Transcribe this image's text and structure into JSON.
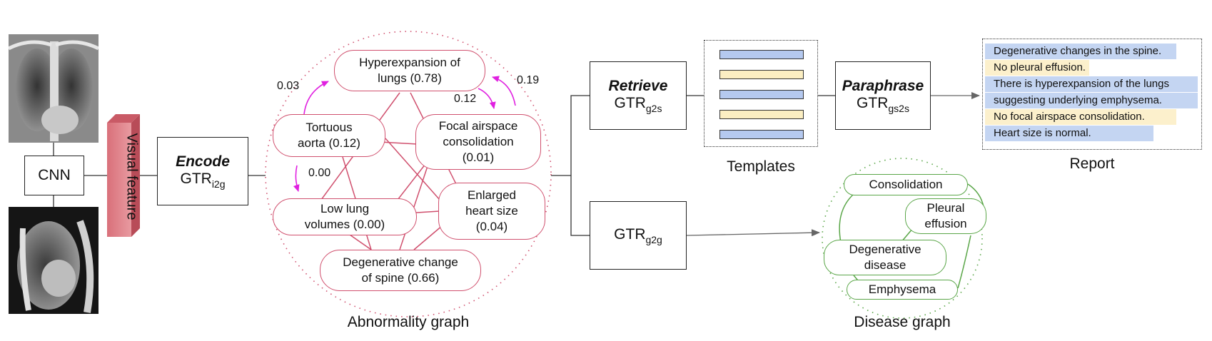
{
  "cnn_label": "CNN",
  "visual_feature_label": "Visual feature",
  "encode": {
    "title": "Encode",
    "gtr": "GTR",
    "sub": "i2g"
  },
  "retrieve": {
    "title": "Retrieve",
    "gtr": "GTR",
    "sub": "g2s"
  },
  "paraphrase": {
    "title": "Paraphrase",
    "gtr": "GTR",
    "sub": "gs2s"
  },
  "g2g": {
    "gtr": "GTR",
    "sub": "g2g"
  },
  "abnormality_graph": {
    "caption": "Abnormality graph",
    "nodes": {
      "hyperexpansion": "Hyperexpansion of\nlungs (0.78)",
      "tortuous": "Tortuous\naorta (0.12)",
      "focal": "Focal airspace\nconsolidation\n(0.01)",
      "low_lung": "Low lung\nvolumes (0.00)",
      "enlarged": "Enlarged\nheart size\n(0.04)",
      "degenerative": "Degenerative change\nof spine (0.66)"
    },
    "edge_weights": {
      "w1": "0.03",
      "w2": "0.19",
      "w3": "0.12",
      "w4": "0.00"
    },
    "colors": {
      "node_border": "#d0506e",
      "arrow": "#e020e0"
    }
  },
  "templates_caption": "Templates",
  "template_colors": [
    "#b5c9ef",
    "#fbeec2",
    "#b5c9ef",
    "#fbeec2",
    "#b5c9ef"
  ],
  "report": {
    "caption": "Report",
    "sentences": [
      {
        "text": "Degenerative changes in the spine.",
        "color": "#c4d5f2"
      },
      {
        "text": "No pleural effusion.",
        "color": "#fcf0cc"
      },
      {
        "text": "There is hyperexpansion of the lungs",
        "color": "#c4d5f2"
      },
      {
        "text": "suggesting underlying emphysema.",
        "color": "#c4d5f2"
      },
      {
        "text": "No focal airspace consolidation.",
        "color": "#fcf0cc"
      },
      {
        "text": "Heart size is normal.",
        "color": "#c4d5f2"
      }
    ]
  },
  "disease_graph": {
    "caption": "Disease graph",
    "nodes": {
      "consolidation": "Consolidation",
      "pleural": "Pleural\neffusion",
      "degenerative": "Degenerative\ndisease",
      "emphysema": "Emphysema"
    },
    "colors": {
      "node_border": "#5aa648"
    }
  }
}
